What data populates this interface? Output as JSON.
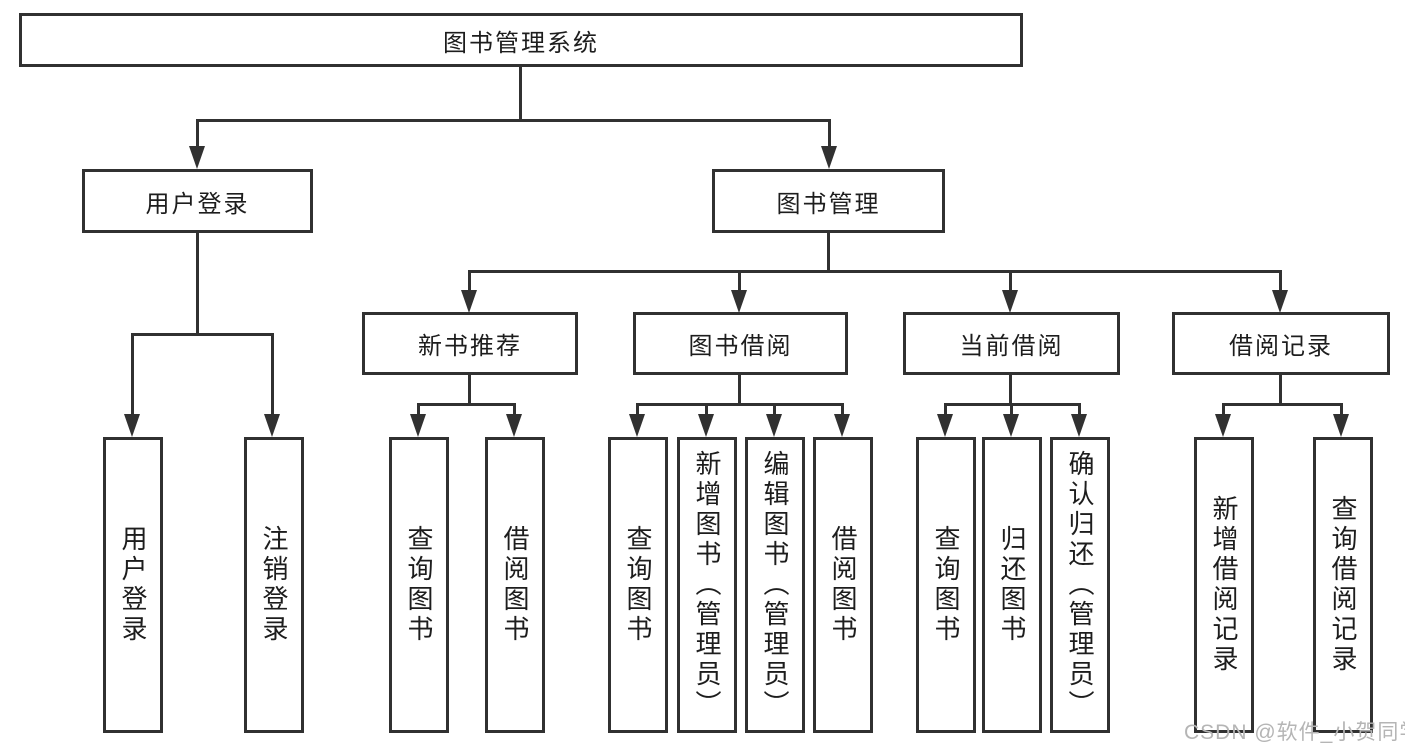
{
  "diagram": {
    "title": "图书管理系统",
    "type": "hierarchy-tree",
    "colors": {
      "line": "#313131",
      "text": "#1d1d1d",
      "background": "#ffffff",
      "watermark": "#b5b5b5"
    },
    "watermark": "CSDN @软件_小贺同学",
    "nodes": {
      "root": {
        "label": "图书管理系统"
      },
      "level2": [
        {
          "label": "用户登录"
        },
        {
          "label": "图书管理"
        }
      ],
      "level3": [
        {
          "label": "新书推荐",
          "parent": "图书管理"
        },
        {
          "label": "图书借阅",
          "parent": "图书管理"
        },
        {
          "label": "当前借阅",
          "parent": "图书管理"
        },
        {
          "label": "借阅记录",
          "parent": "图书管理"
        }
      ],
      "leaves": [
        {
          "label": "用户登录",
          "parent": "用户登录"
        },
        {
          "label": "注销登录",
          "parent": "用户登录"
        },
        {
          "label": "查询图书",
          "parent": "新书推荐"
        },
        {
          "label": "借阅图书",
          "parent": "新书推荐"
        },
        {
          "label": "查询图书",
          "parent": "图书借阅"
        },
        {
          "label": "新增图书（管理员）",
          "parent": "图书借阅"
        },
        {
          "label": "编辑图书（管理员）",
          "parent": "图书借阅"
        },
        {
          "label": "借阅图书",
          "parent": "图书借阅"
        },
        {
          "label": "查询图书",
          "parent": "当前借阅"
        },
        {
          "label": "归还图书",
          "parent": "当前借阅"
        },
        {
          "label": "确认归还（管理员）",
          "parent": "当前借阅"
        },
        {
          "label": "新增借阅记录",
          "parent": "借阅记录"
        },
        {
          "label": "查询借阅记录",
          "parent": "借阅记录"
        }
      ]
    }
  }
}
